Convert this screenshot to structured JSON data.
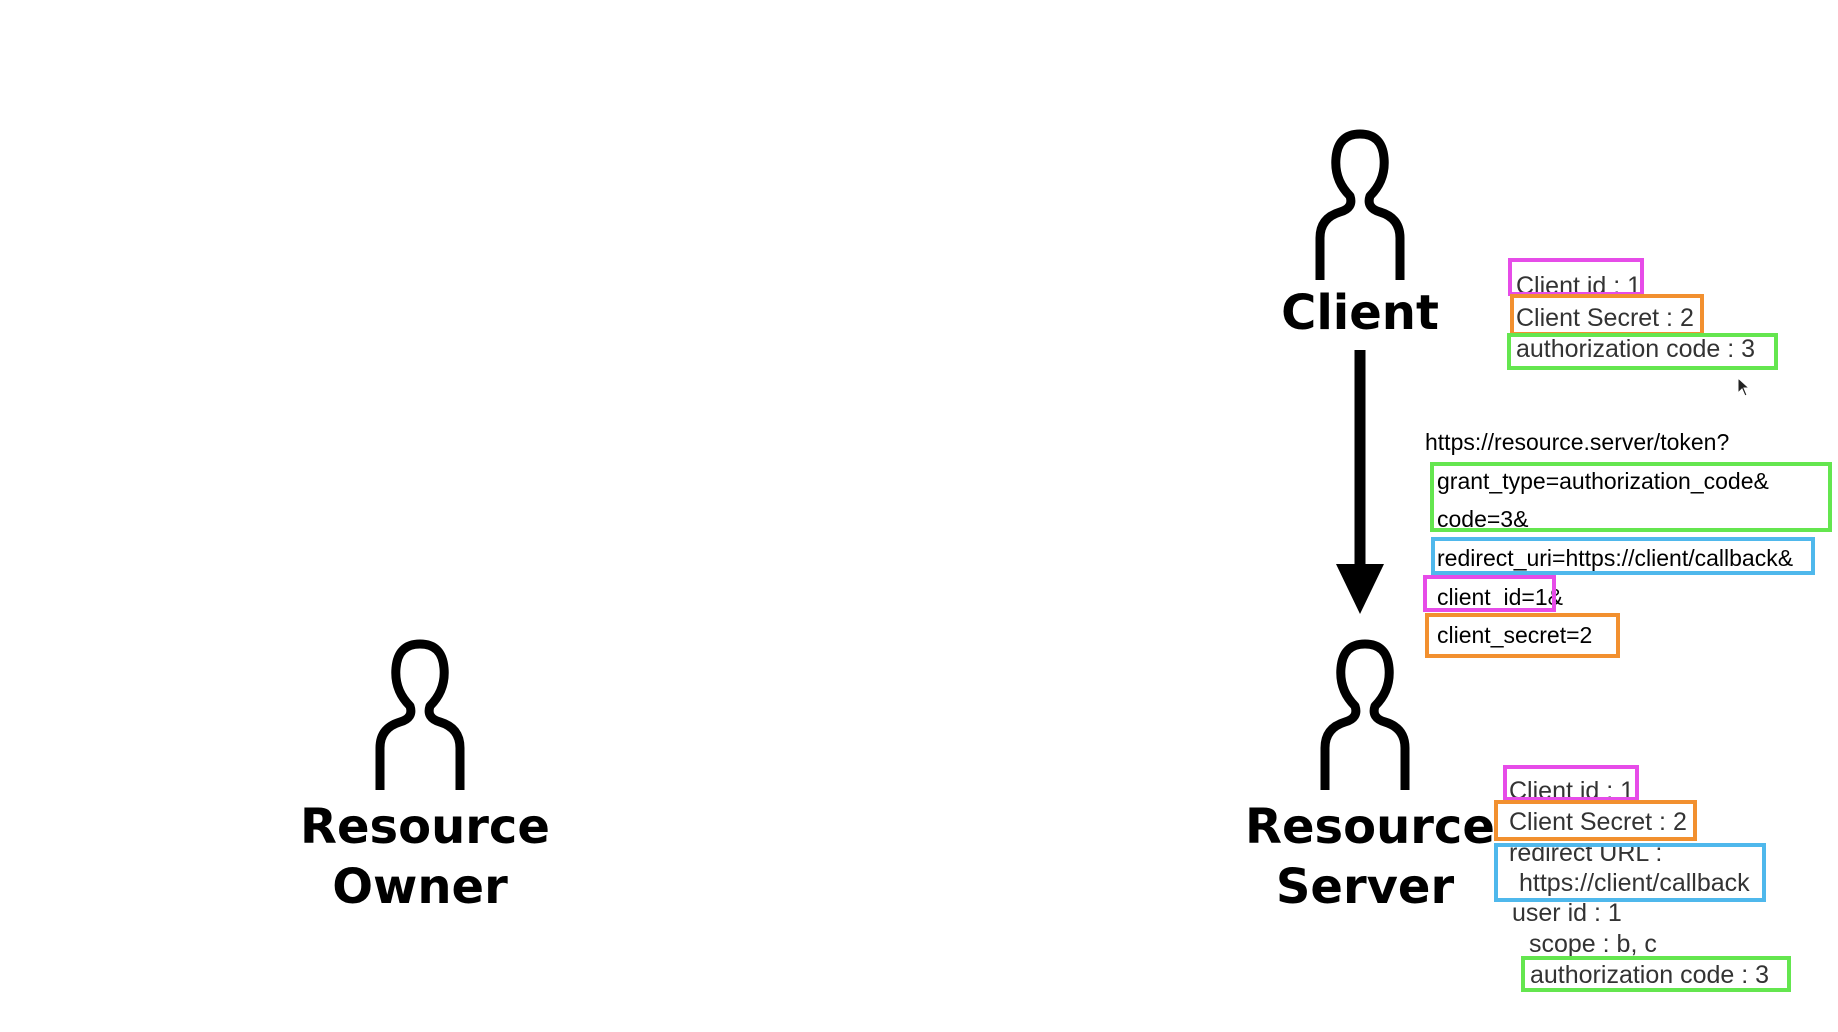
{
  "actors": {
    "client": {
      "label": "Client",
      "icon": "person-outline-icon"
    },
    "resource_owner": {
      "label_line1": "Resource",
      "label_line2": "Owner",
      "icon": "person-outline-icon"
    },
    "resource_server": {
      "label_line1": "Resource",
      "label_line2": "Server",
      "icon": "person-outline-icon"
    }
  },
  "client_notes": {
    "client_id": "Client id : 1",
    "client_secret": "Client Secret : 2",
    "authorization_code": "authorization code : 3"
  },
  "token_request": {
    "url": "https://resource.server/token?",
    "grant_type": "grant_type=authorization_code&",
    "code": "code=3&",
    "redirect_uri": "redirect_uri=https://client/callback&",
    "client_id": "client_id=1&",
    "client_secret": "client_secret=2"
  },
  "server_notes": {
    "client_id": "Client id : 1",
    "client_secret": "Client Secret : 2",
    "redirect_label": "redirect URL :",
    "redirect_value": "https://client/callback",
    "user_id": "user id : 1",
    "scope": "scope : b, c",
    "authorization_code": "authorization code : 3"
  },
  "colors": {
    "client_id": "#e64ce8",
    "client_secret": "#f2902f",
    "authorization_code": "#64e64f",
    "redirect": "#4fb8ec"
  }
}
